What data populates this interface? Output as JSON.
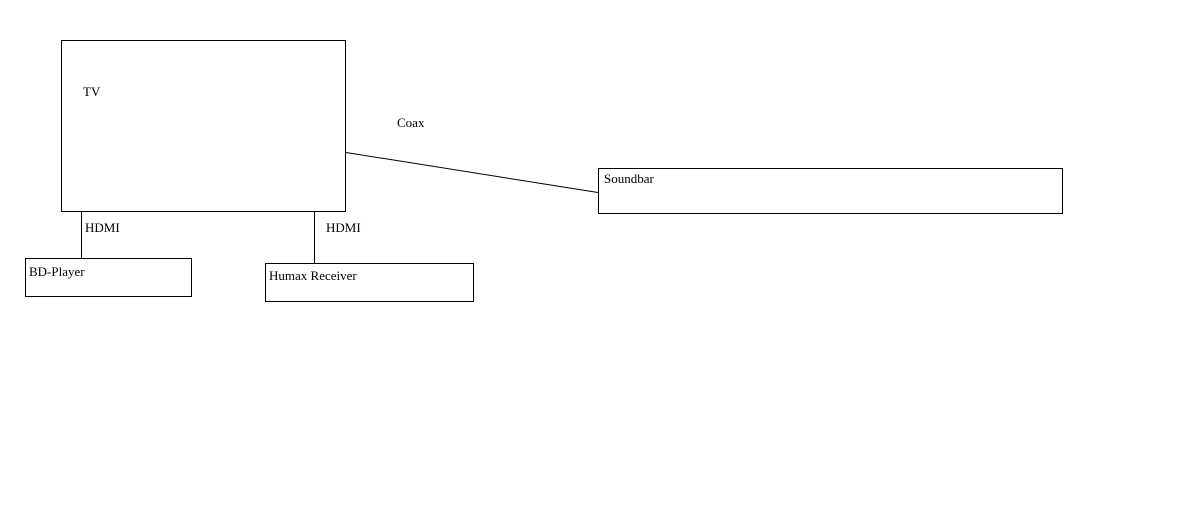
{
  "diagram": {
    "type": "connection-diagram",
    "nodes": {
      "tv": {
        "label": "TV"
      },
      "soundbar": {
        "label": "Soundbar"
      },
      "bd_player": {
        "label": "BD-Player"
      },
      "humax_receiver": {
        "label": "Humax Receiver"
      }
    },
    "connections": {
      "coax": {
        "label": "Coax",
        "from": "TV",
        "to": "Soundbar",
        "style": "diagonal-line"
      },
      "hdmi_bd_player": {
        "label": "HDMI",
        "from": "TV",
        "to": "BD-Player",
        "style": "vertical-line"
      },
      "hdmi_humax": {
        "label": "HDMI",
        "from": "TV",
        "to": "Humax Receiver",
        "style": "vertical-line"
      }
    },
    "colors": {
      "background": "#ffffff",
      "line": "#000000",
      "text": "#000000"
    }
  }
}
